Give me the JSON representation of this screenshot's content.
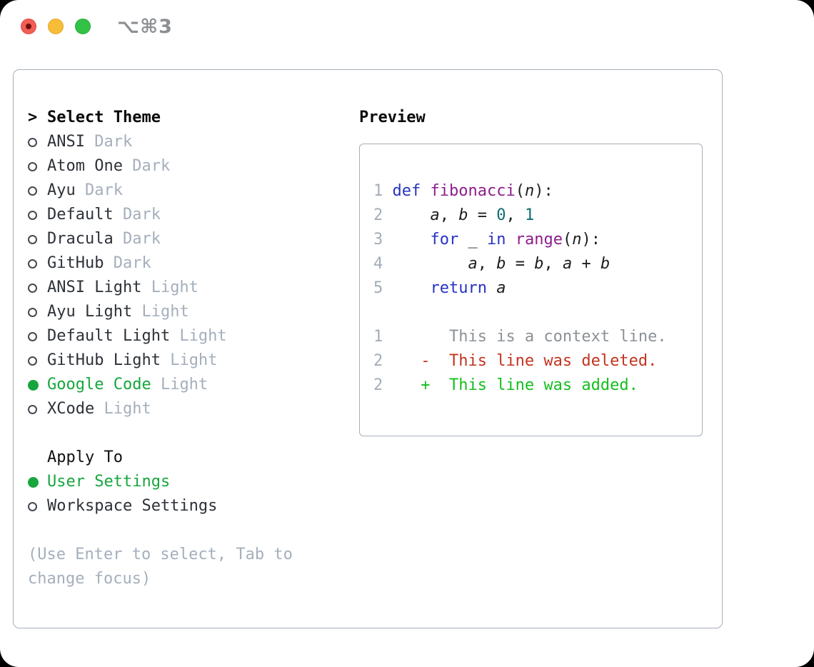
{
  "window": {
    "title": "⌥⌘3"
  },
  "titlebar": {
    "buttons": [
      {
        "name": "close-button"
      },
      {
        "name": "minimize-button"
      },
      {
        "name": "zoom-button"
      }
    ]
  },
  "theme_list": {
    "header_prefix": ">",
    "header": "Select Theme",
    "items": [
      {
        "name": "ANSI",
        "variant": "Dark",
        "selected": false
      },
      {
        "name": "Atom One",
        "variant": "Dark",
        "selected": false
      },
      {
        "name": "Ayu",
        "variant": "Dark",
        "selected": false
      },
      {
        "name": "Default",
        "variant": "Dark",
        "selected": false
      },
      {
        "name": "Dracula",
        "variant": "Dark",
        "selected": false
      },
      {
        "name": "GitHub",
        "variant": "Dark",
        "selected": false
      },
      {
        "name": "ANSI Light",
        "variant": "Light",
        "selected": false
      },
      {
        "name": "Ayu Light",
        "variant": "Light",
        "selected": false
      },
      {
        "name": "Default Light",
        "variant": "Light",
        "selected": false
      },
      {
        "name": "GitHub Light",
        "variant": "Light",
        "selected": false
      },
      {
        "name": "Google Code",
        "variant": "Light",
        "selected": true
      },
      {
        "name": "XCode",
        "variant": "Light",
        "selected": false
      }
    ]
  },
  "apply_to": {
    "header": "Apply To",
    "options": [
      {
        "name": "User Settings",
        "selected": true
      },
      {
        "name": "Workspace Settings",
        "selected": false
      }
    ]
  },
  "help_lines": [
    "(Use Enter to select, Tab to",
    "change focus)"
  ],
  "preview": {
    "header": "Preview",
    "lines": [
      [
        {
          "t": "1",
          "c": "num"
        },
        {
          "t": " ",
          "c": "pl"
        },
        {
          "t": "def",
          "c": "kw"
        },
        {
          "t": " ",
          "c": "pl"
        },
        {
          "t": "fibonacci",
          "c": "fn"
        },
        {
          "t": "(",
          "c": "pl"
        },
        {
          "t": "n",
          "c": "va"
        },
        {
          "t": "):",
          "c": "pl"
        }
      ],
      [
        {
          "t": "2",
          "c": "num"
        },
        {
          "t": "     ",
          "c": "pl"
        },
        {
          "t": "a",
          "c": "va"
        },
        {
          "t": ", ",
          "c": "pl"
        },
        {
          "t": "b",
          "c": "va"
        },
        {
          "t": " = ",
          "c": "pl"
        },
        {
          "t": "0",
          "c": "lit"
        },
        {
          "t": ", ",
          "c": "pl"
        },
        {
          "t": "1",
          "c": "lit"
        }
      ],
      [
        {
          "t": "3",
          "c": "num"
        },
        {
          "t": "     ",
          "c": "pl"
        },
        {
          "t": "for",
          "c": "kw"
        },
        {
          "t": " _ ",
          "c": "pl"
        },
        {
          "t": "in",
          "c": "kw"
        },
        {
          "t": " ",
          "c": "pl"
        },
        {
          "t": "range",
          "c": "fn"
        },
        {
          "t": "(",
          "c": "pl"
        },
        {
          "t": "n",
          "c": "va"
        },
        {
          "t": "):",
          "c": "pl"
        }
      ],
      [
        {
          "t": "4",
          "c": "num"
        },
        {
          "t": "         ",
          "c": "pl"
        },
        {
          "t": "a",
          "c": "va"
        },
        {
          "t": ", ",
          "c": "pl"
        },
        {
          "t": "b",
          "c": "va"
        },
        {
          "t": " = ",
          "c": "pl"
        },
        {
          "t": "b",
          "c": "va"
        },
        {
          "t": ", ",
          "c": "pl"
        },
        {
          "t": "a",
          "c": "va"
        },
        {
          "t": " + ",
          "c": "pl"
        },
        {
          "t": "b",
          "c": "va"
        }
      ],
      [
        {
          "t": "5",
          "c": "num"
        },
        {
          "t": "     ",
          "c": "pl"
        },
        {
          "t": "return",
          "c": "kw"
        },
        {
          "t": " ",
          "c": "pl"
        },
        {
          "t": "a",
          "c": "va"
        }
      ],
      [],
      [
        {
          "t": "1",
          "c": "num"
        },
        {
          "t": "       ",
          "c": "pl"
        },
        {
          "t": "This is a context line.",
          "c": "ctx"
        }
      ],
      [
        {
          "t": "2",
          "c": "num"
        },
        {
          "t": "    ",
          "c": "pl"
        },
        {
          "t": "-  This line was deleted.",
          "c": "del"
        }
      ],
      [
        {
          "t": "2",
          "c": "num"
        },
        {
          "t": "    ",
          "c": "pl"
        },
        {
          "t": "+  This line was added.",
          "c": "add"
        }
      ]
    ]
  },
  "colors": {
    "accent_green": "#17a63d",
    "muted_gray": "#a5afbc",
    "item_text": "#2d3238",
    "keyword_blue": "#2832c3",
    "function_purple": "#8c1e8c",
    "literal_teal": "#0e6e73",
    "line_number": "#a2adb9",
    "diff_red": "#c23420",
    "diff_green": "#14be1e",
    "panel_border": "#a6aeb8",
    "traffic_red": "#f25e55",
    "traffic_yellow": "#f7bd37",
    "traffic_green": "#32c246"
  }
}
